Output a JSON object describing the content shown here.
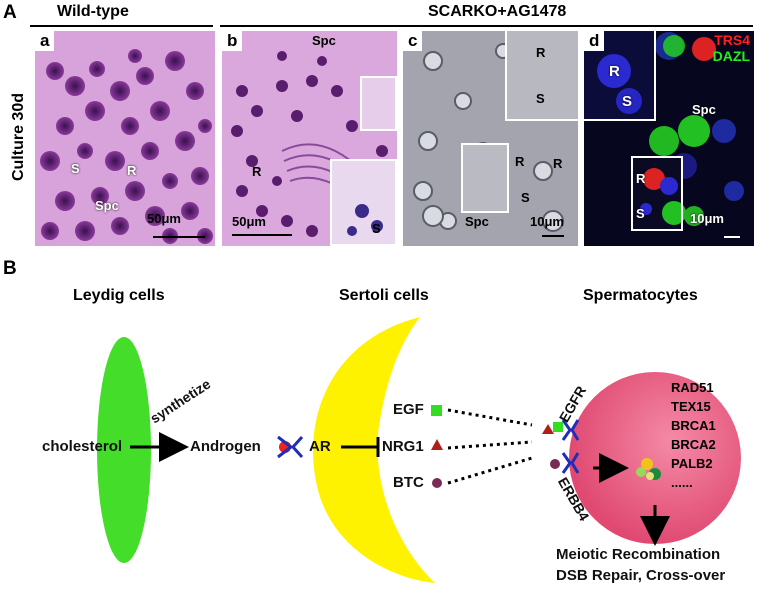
{
  "panelA": {
    "letter": "A",
    "wild_type": "Wild-type",
    "scarko": "SCARKO+AG1478",
    "culture": "Culture 30d",
    "a": {
      "letter": "a",
      "S": "S",
      "R": "R",
      "Spc": "Spc",
      "scale": "50μm"
    },
    "b": {
      "letter": "b",
      "Spc": "Spc",
      "R": "R",
      "S": "S",
      "scale": "50μm"
    },
    "c": {
      "letter": "c",
      "R1": "R",
      "S1": "S",
      "R2": "R",
      "S2": "S",
      "R3": "R",
      "Spc": "Spc",
      "scale": "10μm"
    },
    "d": {
      "letter": "d",
      "trs4": "TRS4",
      "dazl": "DAZL",
      "R1": "R",
      "S1": "S",
      "Spc": "Spc",
      "R2": "R",
      "S2": "S",
      "scale": "10μm"
    }
  },
  "panelB": {
    "letter": "B",
    "leydig_title": "Leydig cells",
    "sertoli_title": "Sertoli cells",
    "spermatocytes_title": "Spermatocytes",
    "cholesterol": "cholesterol",
    "synthetize": "synthetize",
    "androgen": "Androgen",
    "ar": "AR",
    "egf": "EGF",
    "nrg1": "NRG1",
    "btc": "BTC",
    "egfr": "EGFR",
    "erbb4": "ERBB4",
    "genes": [
      "RAD51",
      "TEX15",
      "BRCA1",
      "BRCA2",
      "PALB2",
      "......"
    ],
    "outcome1": "Meiotic Recombination",
    "outcome2": "DSB Repair, Cross-over",
    "colors": {
      "leydig": "#44dd2a",
      "sertoli": "#fff200",
      "spermatocyte": "#e8577a",
      "receptor": "#1f2db8",
      "egf_square": "#33dd22",
      "nrg1_triangle": "#b0201a",
      "btc_dot": "#7a2a55",
      "androgen_dot": "#ee2222"
    }
  }
}
